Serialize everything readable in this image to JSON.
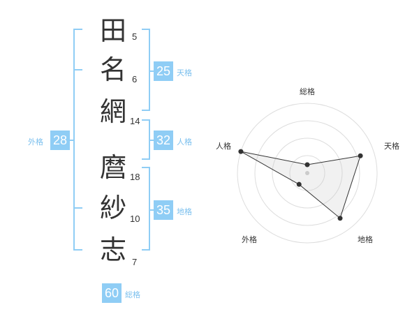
{
  "name": {
    "characters": [
      {
        "char": "田",
        "strokes": "5"
      },
      {
        "char": "名",
        "strokes": "6"
      },
      {
        "char": "網",
        "strokes": "14"
      },
      {
        "char": "麿",
        "strokes": "18"
      },
      {
        "char": "紗",
        "strokes": "10"
      },
      {
        "char": "志",
        "strokes": "7"
      }
    ]
  },
  "fortune": {
    "tenkaku": {
      "value": "25",
      "label": "天格"
    },
    "jinkaku": {
      "value": "32",
      "label": "人格"
    },
    "chikaku": {
      "value": "35",
      "label": "地格"
    },
    "gaikaku": {
      "value": "28",
      "label": "外格"
    },
    "soukaku": {
      "value": "60",
      "label": "総格"
    }
  },
  "colors": {
    "accent": "#8fcdf5",
    "line": "#7cc0ee",
    "text": "#333333"
  },
  "chart_data": {
    "type": "radar",
    "axes": [
      "総格",
      "天格",
      "地格",
      "外格",
      "人格"
    ],
    "values": [
      0,
      4,
      4,
      1,
      5
    ],
    "max": 5,
    "rings": 4
  }
}
